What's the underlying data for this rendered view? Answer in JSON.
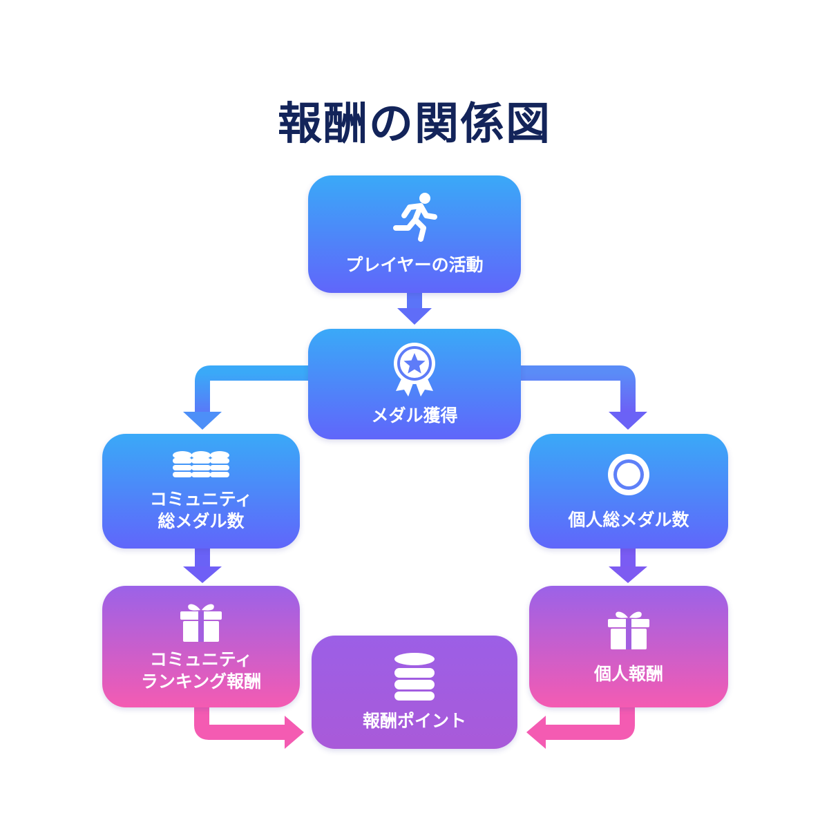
{
  "title": "報酬の関係図",
  "nodes": {
    "activity": {
      "label": "プレイヤーの活動",
      "icon": "running-person-icon"
    },
    "medal": {
      "label": "メダル獲得",
      "icon": "medal-icon"
    },
    "community_total": {
      "label_line1": "コミュニティ",
      "label_line2": "総メダル数",
      "icon": "coin-stacks-icon"
    },
    "personal_total": {
      "label": "個人総メダル数",
      "icon": "ring-icon"
    },
    "community_reward": {
      "label_line1": "コミュニティ",
      "label_line2": "ランキング報酬",
      "icon": "gift-icon"
    },
    "personal_reward": {
      "label": "個人報酬",
      "icon": "gift-icon"
    },
    "points": {
      "label": "報酬ポイント",
      "icon": "database-icon"
    }
  },
  "colors": {
    "title": "#13245a",
    "blue_top": "#3aa9f8",
    "blue_bottom": "#6066fa",
    "pink_top": "#9b62e8",
    "pink_bottom": "#f45bb2",
    "purple": "#a95ad9"
  }
}
